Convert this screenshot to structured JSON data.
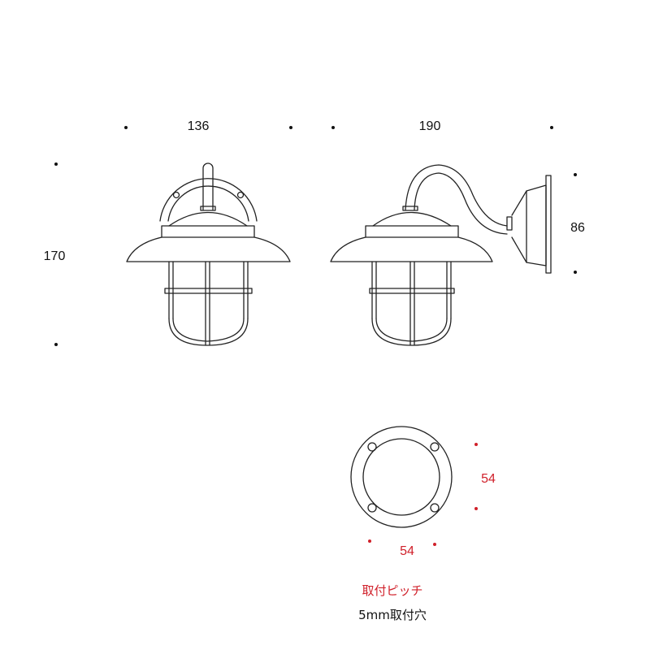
{
  "front_view": {
    "width_label": "136",
    "height_label": "170"
  },
  "side_view": {
    "depth_label": "190",
    "base_height_label": "86"
  },
  "mounting_plate": {
    "vertical_pitch_label": "54",
    "horizontal_pitch_label": "54"
  },
  "captions": {
    "mounting_pitch": "取付ピッチ",
    "mounting_holes": "5mm取付穴"
  },
  "colors": {
    "line": "#222222",
    "accent": "#d0202a"
  }
}
